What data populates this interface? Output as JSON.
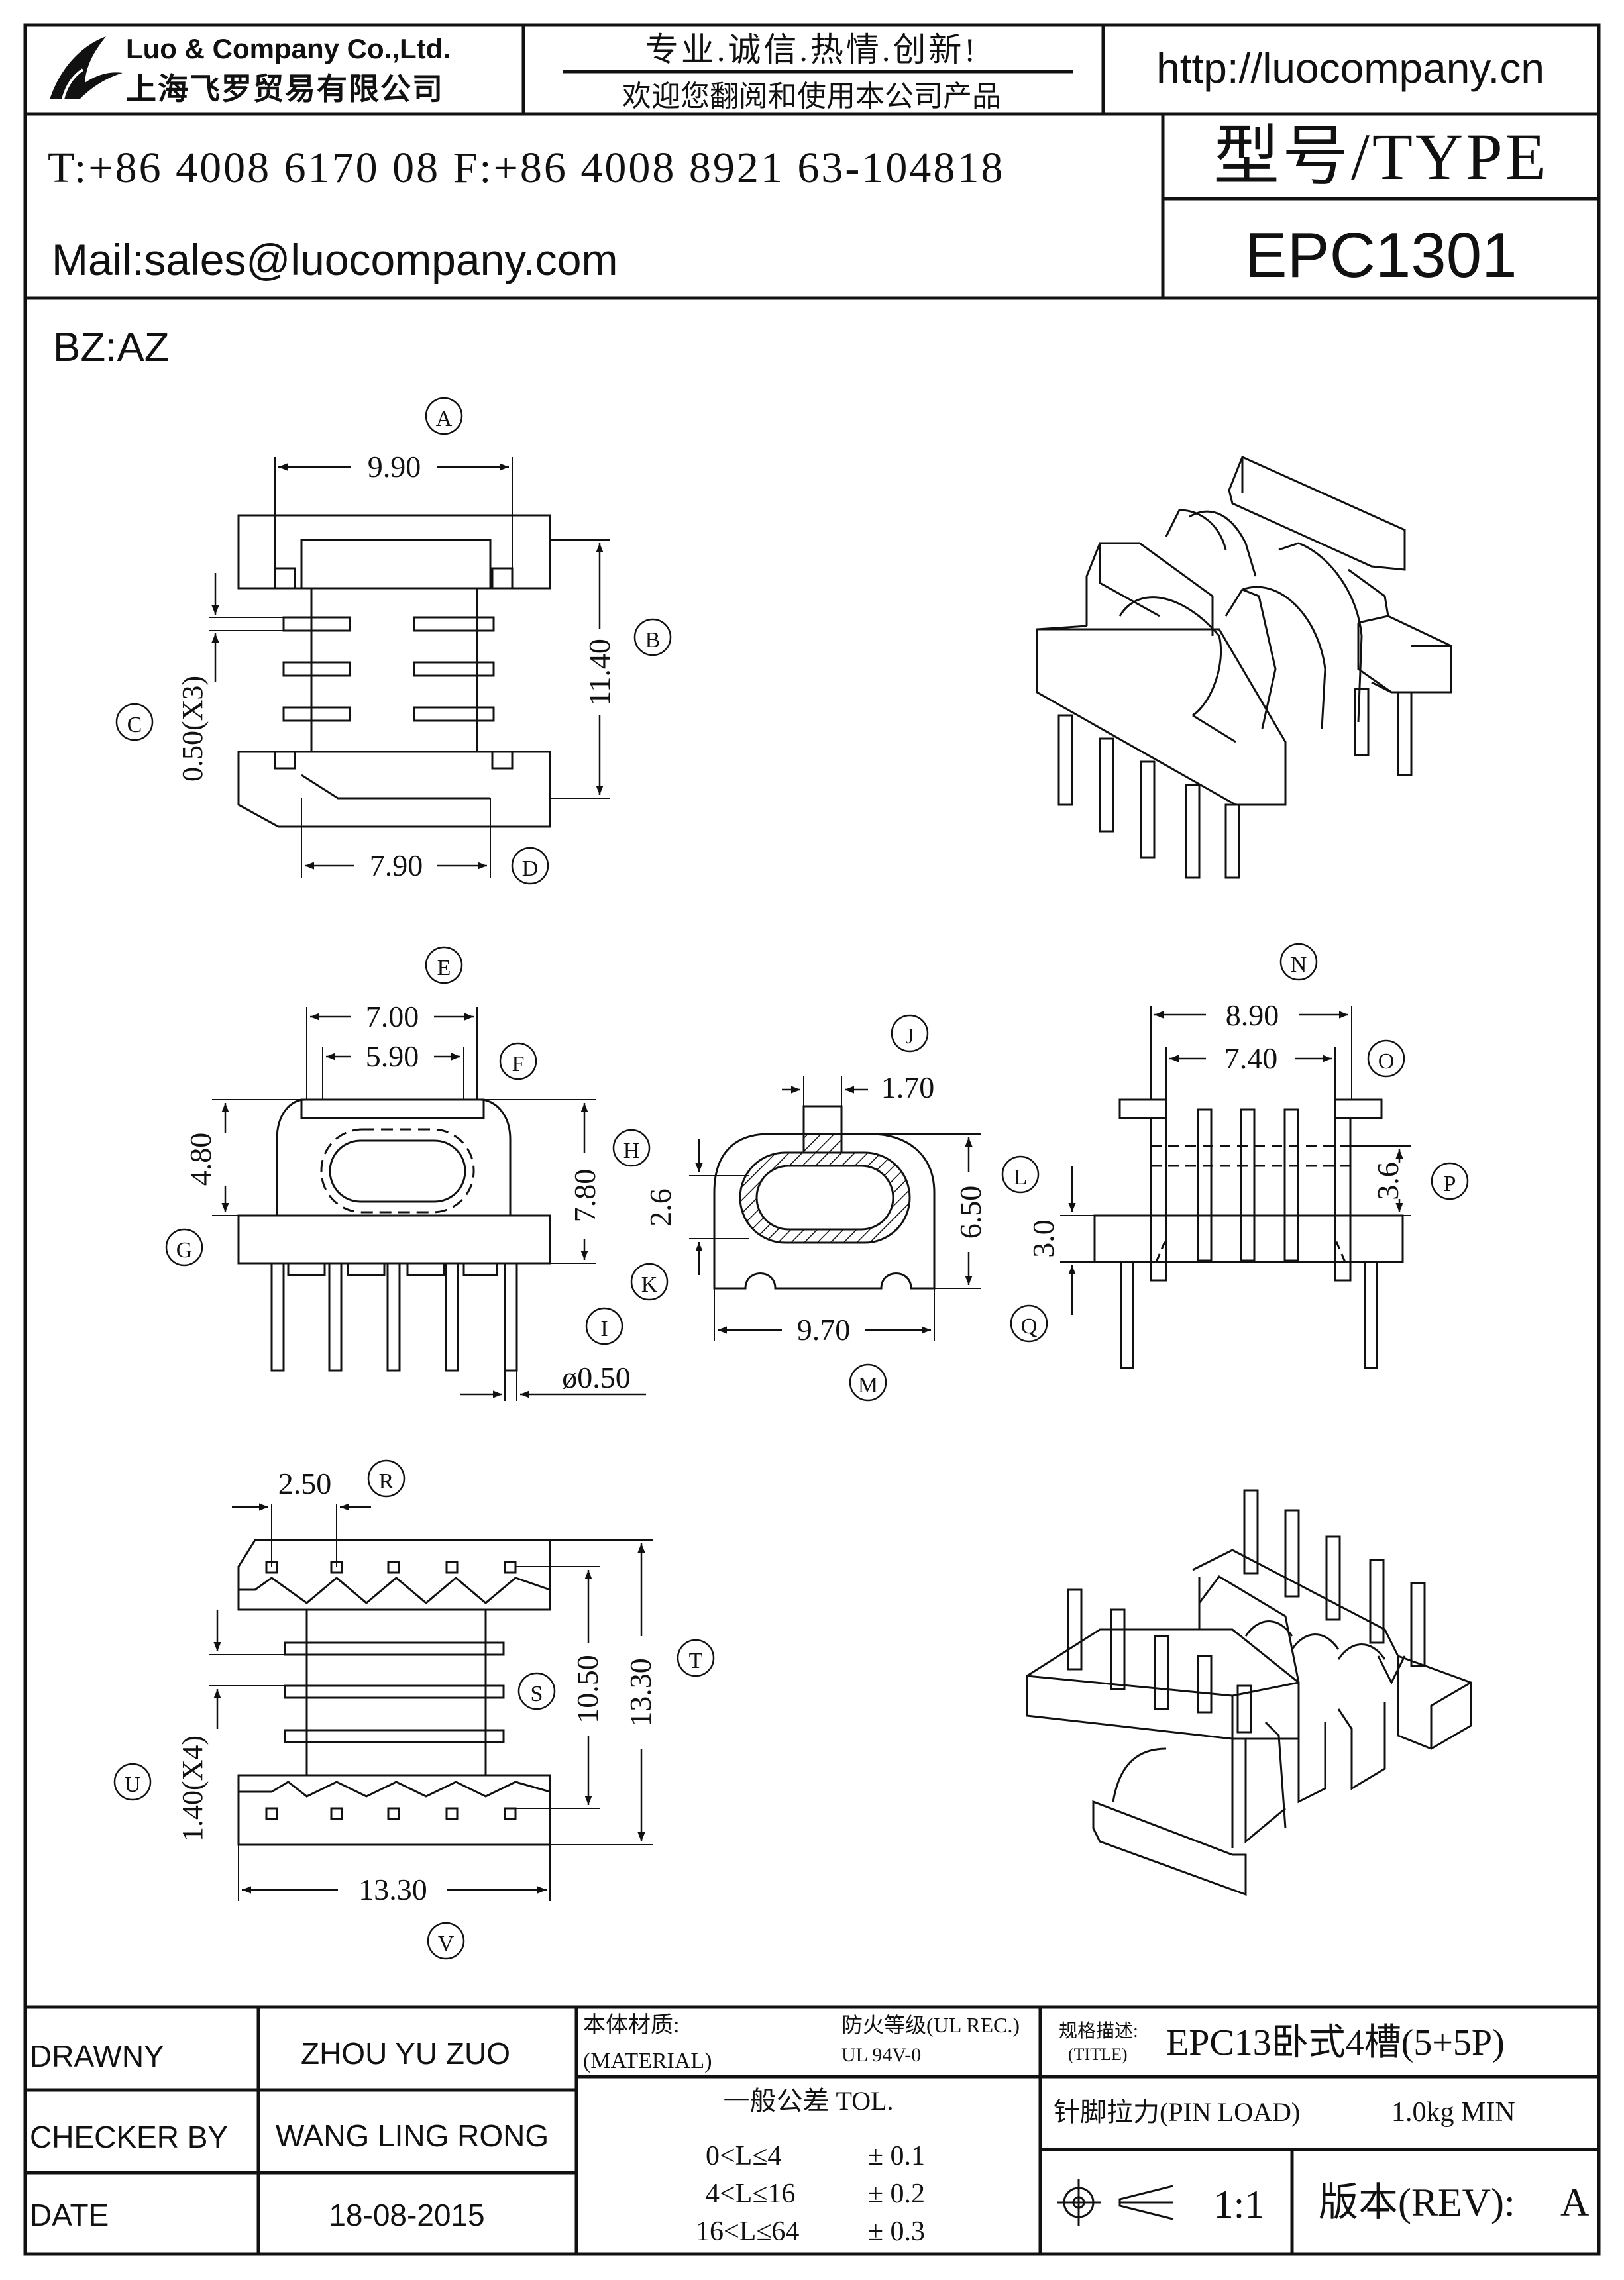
{
  "header": {
    "company_en": "Luo & Company Co.,Ltd.",
    "company_cn": "上海飞罗贸易有限公司",
    "slogan": "专业.诚信.热情.创新!",
    "welcome": "欢迎您翻阅和使用本公司产品",
    "website": "http://luocompany.cn",
    "phone_fax": "T:+86 4008 6170 08 F:+86 4008 8921 63-104818",
    "mail": "Mail:sales@luocompany.com",
    "type_label": "型号/TYPE",
    "type_value": "EPC1301"
  },
  "drawing": {
    "bz": "BZ:AZ",
    "markers": {
      "A": "A",
      "B": "B",
      "C": "C",
      "D": "D",
      "E": "E",
      "F": "F",
      "G": "G",
      "H": "H",
      "I": "I",
      "J": "J",
      "K": "K",
      "L": "L",
      "M": "M",
      "N": "N",
      "O": "O",
      "P": "P",
      "Q": "Q",
      "R": "R",
      "S": "S",
      "T": "T",
      "U": "U",
      "V": "V"
    },
    "dims": {
      "A": "9.90",
      "B": "11.40",
      "C": "0.50(X3)",
      "D": "7.90",
      "E": "7.00",
      "F": "5.90",
      "G": "4.80",
      "H": "7.80",
      "I": "ø0.50",
      "J": "1.70",
      "K": "2.6",
      "L": "6.50",
      "M": "9.70",
      "N": "8.90",
      "O": "7.40",
      "P": "3.6",
      "Q": "3.0",
      "R": "2.50",
      "S": "10.50",
      "T": "13.30",
      "U": "1.40(X4)",
      "V": "13.30"
    }
  },
  "titleblock": {
    "drawn_label": "DRAWNY",
    "drawn_value": "ZHOU YU ZUO",
    "checker_label": "CHECKER BY",
    "checker_value": "WANG LING RONG",
    "date_label": "DATE",
    "date_value": "18-08-2015",
    "material_cn": "本体材质:",
    "material_en": "(MATERIAL)",
    "fire_cn": "防火等级(UL REC.)",
    "fire_value": "UL 94V-0",
    "title_cn": "规格描述:",
    "title_en": "(TITLE)",
    "title_value": "EPC13卧式4槽(5+5P)",
    "tol_label": "一般公差 TOL.",
    "tol_rows": [
      {
        "range": "0<L≤4",
        "val": "± 0.1"
      },
      {
        "range": "4<L≤16",
        "val": "± 0.2"
      },
      {
        "range": "16<L≤64",
        "val": "± 0.3"
      }
    ],
    "pin_load_label": "针脚拉力(PIN LOAD)",
    "pin_load_value": "1.0kg MIN",
    "scale": "1:1",
    "rev_label": "版本(REV):",
    "rev_value": "A"
  }
}
